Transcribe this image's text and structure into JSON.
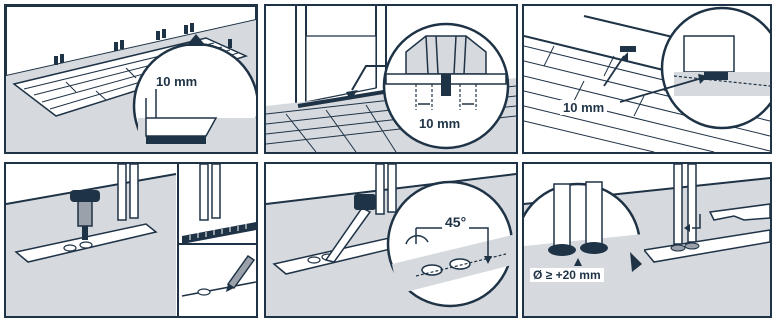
{
  "colors": {
    "ink": "#1f3346",
    "paper": "#ffffff",
    "floor": "#d6d9de",
    "grey": "#9aa1aa"
  },
  "panels": [
    {
      "id": "p1",
      "label": "10 mm"
    },
    {
      "id": "p2",
      "label": "10 mm"
    },
    {
      "id": "p3",
      "label": "10 mm"
    },
    {
      "id": "p4",
      "label": ""
    },
    {
      "id": "p5",
      "label": "45°"
    },
    {
      "id": "p6",
      "label": "Ø ≥ +20 mm"
    }
  ]
}
